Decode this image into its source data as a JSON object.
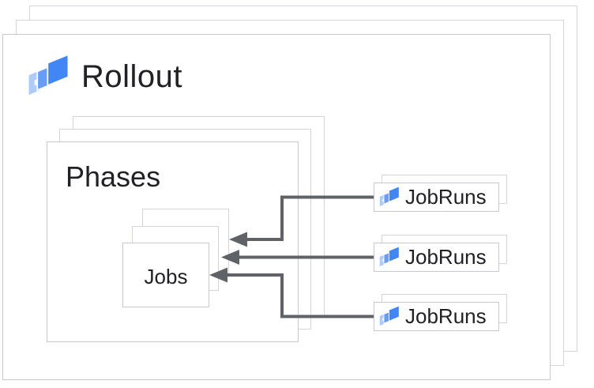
{
  "diagram": {
    "rollout": {
      "label": "Rollout",
      "icon": "cloud-deploy",
      "stack_count": 3
    },
    "phases": {
      "label": "Phases",
      "stack_count": 3
    },
    "jobs": {
      "label": "Jobs",
      "stack_count": 3
    },
    "jobruns": {
      "icon": "cloud-deploy",
      "stack_count_each": 2,
      "items": [
        {
          "label": "JobRuns"
        },
        {
          "label": "JobRuns"
        },
        {
          "label": "JobRuns"
        }
      ]
    },
    "relations": [
      {
        "from": "jobruns-1",
        "to": "jobs-stack-back-layer"
      },
      {
        "from": "jobruns-2",
        "to": "jobs-stack-middle-layer"
      },
      {
        "from": "jobruns-3",
        "to": "jobs-stack-front-layer"
      }
    ],
    "colors": {
      "icon_blue": "#4285F4",
      "icon_blue_mid": "#669DF6",
      "icon_blue_light": "#AECBFA",
      "arrow": "#5F6368",
      "border_light": "#D2D5D9",
      "border_front": "#C6C9CD",
      "text": "#202124",
      "background": "#FFFFFF"
    }
  }
}
